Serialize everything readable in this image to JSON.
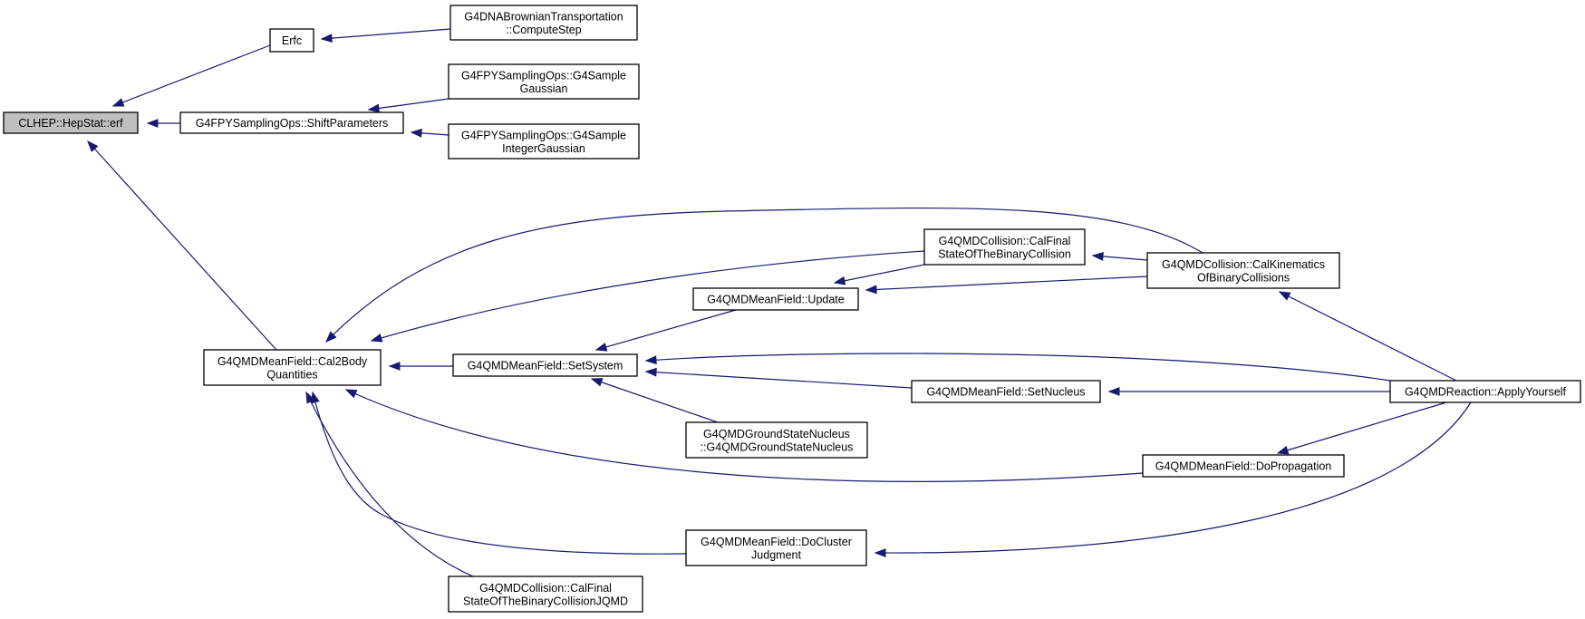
{
  "colors": {
    "edge": "#191970",
    "root_fill": "#bfbfbf",
    "node_fill": "#ffffff",
    "node_stroke": "#000000"
  },
  "nodes": [
    {
      "id": "erf",
      "lines": [
        "CLHEP::HepStat::erf"
      ],
      "root": true
    },
    {
      "id": "erfc",
      "lines": [
        "Erfc"
      ]
    },
    {
      "id": "dna",
      "lines": [
        "G4DNABrownianTransportation",
        "::ComputeStep"
      ]
    },
    {
      "id": "shift",
      "lines": [
        "G4FPYSamplingOps::ShiftParameters"
      ]
    },
    {
      "id": "gauss",
      "lines": [
        "G4FPYSamplingOps::G4Sample",
        "Gaussian"
      ]
    },
    {
      "id": "intgauss",
      "lines": [
        "G4FPYSamplingOps::G4Sample",
        "IntegerGaussian"
      ]
    },
    {
      "id": "cal2body",
      "lines": [
        "G4QMDMeanField::Cal2Body",
        "Quantities"
      ]
    },
    {
      "id": "calfinal",
      "lines": [
        "G4QMDCollision::CalFinal",
        "StateOfTheBinaryCollision"
      ]
    },
    {
      "id": "calkin",
      "lines": [
        "G4QMDCollision::CalKinematics",
        "OfBinaryCollisions"
      ]
    },
    {
      "id": "update",
      "lines": [
        "G4QMDMeanField::Update"
      ]
    },
    {
      "id": "setsystem",
      "lines": [
        "G4QMDMeanField::SetSystem"
      ]
    },
    {
      "id": "setnucleus",
      "lines": [
        "G4QMDMeanField::SetNucleus"
      ]
    },
    {
      "id": "apply",
      "lines": [
        "G4QMDReaction::ApplyYourself"
      ]
    },
    {
      "id": "ground",
      "lines": [
        "G4QMDGroundStateNucleus",
        "::G4QMDGroundStateNucleus"
      ]
    },
    {
      "id": "doprop",
      "lines": [
        "G4QMDMeanField::DoPropagation"
      ]
    },
    {
      "id": "docluster",
      "lines": [
        "G4QMDMeanField::DoCluster",
        "Judgment"
      ]
    },
    {
      "id": "jqmd",
      "lines": [
        "G4QMDCollision::CalFinal",
        "StateOfTheBinaryCollisionJQMD"
      ]
    }
  ],
  "edges": [
    {
      "from": "erfc",
      "to": "erf"
    },
    {
      "from": "dna",
      "to": "erfc"
    },
    {
      "from": "shift",
      "to": "erf"
    },
    {
      "from": "gauss",
      "to": "shift"
    },
    {
      "from": "intgauss",
      "to": "shift"
    },
    {
      "from": "cal2body",
      "to": "erf"
    },
    {
      "from": "calfinal",
      "to": "cal2body"
    },
    {
      "from": "calkin",
      "to": "cal2body"
    },
    {
      "from": "calkin",
      "to": "calfinal"
    },
    {
      "from": "calfinal",
      "to": "update"
    },
    {
      "from": "calkin",
      "to": "update"
    },
    {
      "from": "update",
      "to": "setsystem"
    },
    {
      "from": "setsystem",
      "to": "cal2body"
    },
    {
      "from": "apply",
      "to": "setsystem"
    },
    {
      "from": "setnucleus",
      "to": "setsystem"
    },
    {
      "from": "ground",
      "to": "setsystem"
    },
    {
      "from": "apply",
      "to": "setnucleus"
    },
    {
      "from": "apply",
      "to": "calkin"
    },
    {
      "from": "apply",
      "to": "doprop"
    },
    {
      "from": "doprop",
      "to": "cal2body"
    },
    {
      "from": "docluster",
      "to": "cal2body"
    },
    {
      "from": "apply",
      "to": "docluster"
    },
    {
      "from": "jqmd",
      "to": "cal2body"
    }
  ]
}
